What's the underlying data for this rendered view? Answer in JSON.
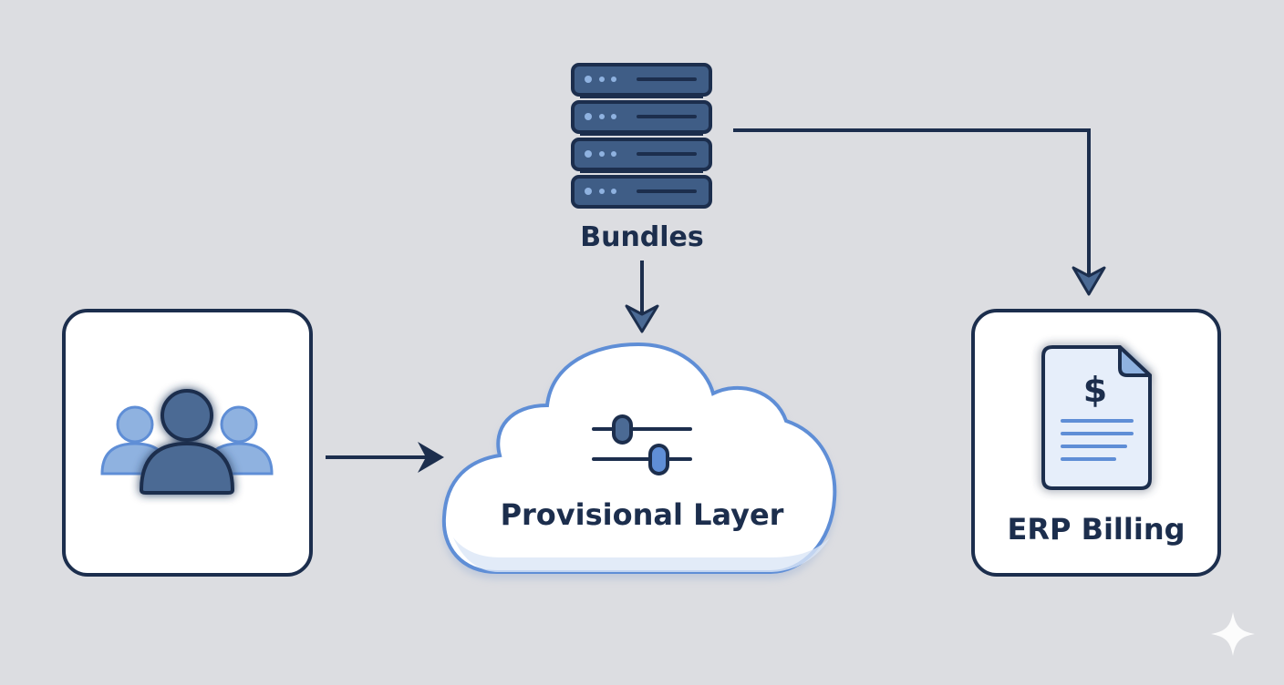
{
  "diagram": {
    "nodes": {
      "users": {
        "label": "",
        "icon": "users-group-icon"
      },
      "bundles": {
        "label": "Bundles",
        "icon": "server-stack-icon"
      },
      "provisional_layer": {
        "label": "Provisional Layer",
        "icon": "sliders-icon"
      },
      "erp_billing": {
        "label": "ERP Billing",
        "icon": "invoice-document-icon",
        "currency_symbol": "$"
      }
    },
    "edges": [
      {
        "from": "users",
        "to": "provisional_layer"
      },
      {
        "from": "bundles",
        "to": "provisional_layer"
      },
      {
        "from": "bundles",
        "to": "erp_billing"
      }
    ]
  },
  "colors": {
    "background": "#dcdde1",
    "stroke": "#1c2e4d",
    "accent": "#5f8ed6",
    "server_fill": "#3f5d86",
    "light_blue": "#8fb2e0",
    "panel": "#ffffff"
  },
  "watermark": {
    "icon": "sparkle-icon"
  }
}
